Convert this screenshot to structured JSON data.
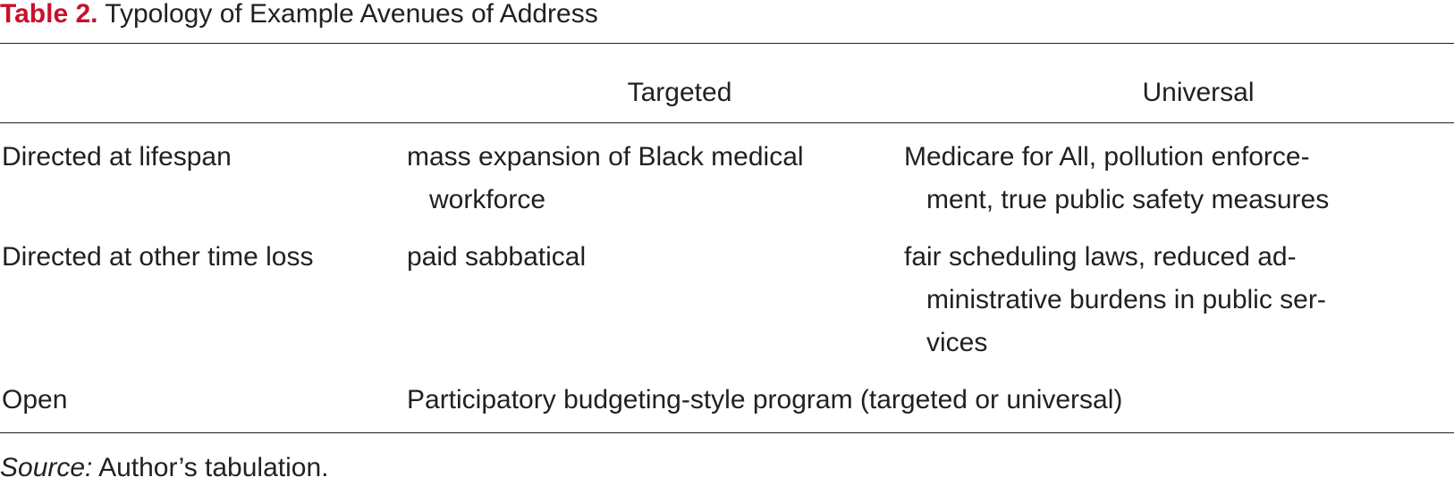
{
  "caption": {
    "label": "Table 2.",
    "title": "Typology of Example Avenues of Address"
  },
  "columns": {
    "targeted": "Targeted",
    "universal": "Universal"
  },
  "rows": [
    {
      "label": "Directed at lifespan",
      "targeted": [
        "mass expansion of Black medical",
        "workforce"
      ],
      "universal": [
        "Medicare for All, pollution enforce-",
        "ment, true public safety measures"
      ]
    },
    {
      "label": "Directed at other time loss",
      "targeted": [
        "paid sabbatical"
      ],
      "universal": [
        "fair scheduling laws, reduced ad-",
        "ministrative burdens in public ser-",
        "vices"
      ]
    },
    {
      "label": "Open",
      "spanning": "Participatory budgeting-style program (targeted or universal)"
    }
  ],
  "source": {
    "label": "Source:",
    "text": "Author’s tabulation."
  },
  "colors": {
    "accent": "#c8102e",
    "text": "#231f20"
  }
}
